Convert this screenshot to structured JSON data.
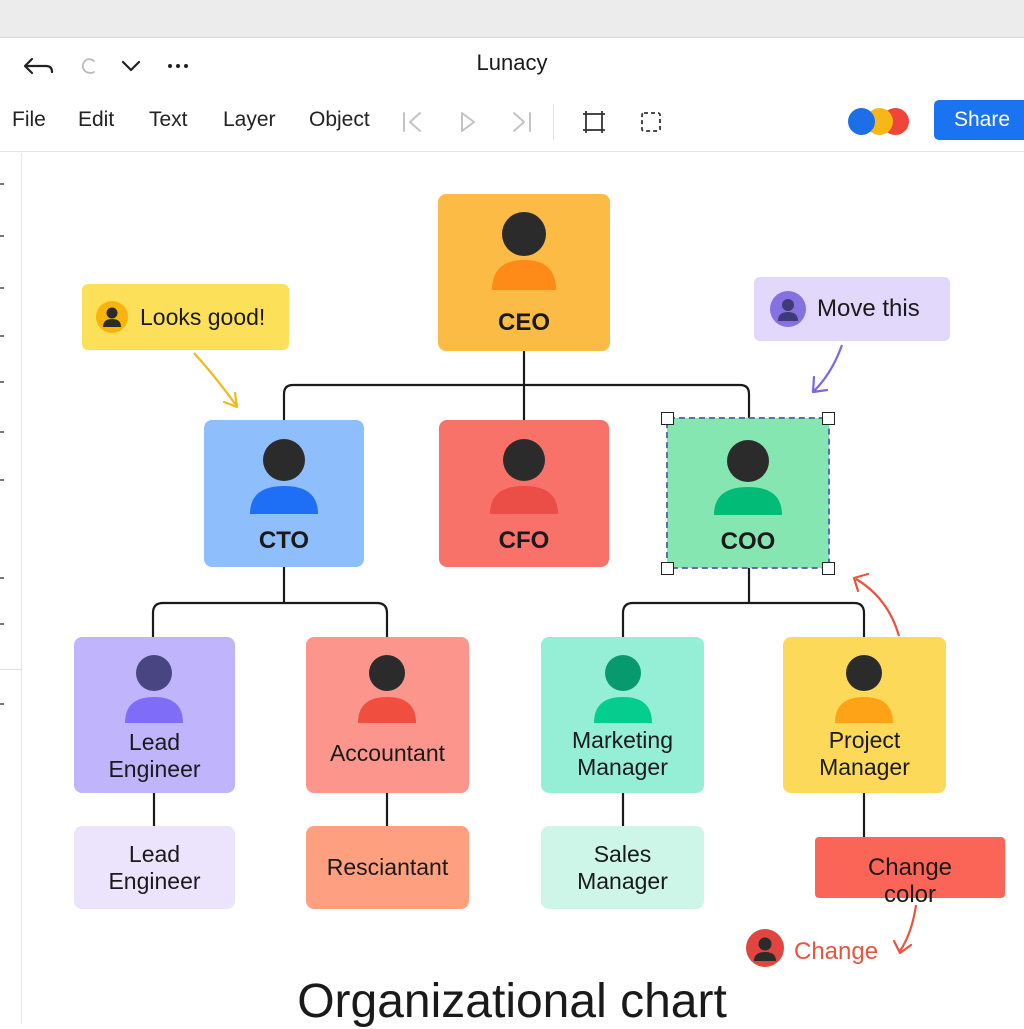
{
  "app": {
    "title": "Lunacy"
  },
  "menu": {
    "file": "File",
    "edit": "Edit",
    "text": "Text",
    "layer": "Layer",
    "object": "Object"
  },
  "toolbar": {
    "share_label": "Share"
  },
  "colors": {
    "accent": "#1a73f0",
    "selection": "#5b6fa8",
    "connector": "#1a1a1a",
    "comment_arrow_yellow": "#f2b91a",
    "comment_arrow_purple": "#7f63e0",
    "comment_arrow_red": "#e8543f"
  },
  "chart": {
    "title": "Organizational chart",
    "nodes": {
      "ceo": {
        "label": "CEO",
        "bg": "#fcbb45",
        "head": "#2b2b2b",
        "body": "#fe8a18"
      },
      "cto": {
        "label": "CTO",
        "bg": "#8ebefb",
        "head": "#2b2b2b",
        "body": "#1e6ff5"
      },
      "cfo": {
        "label": "CFO",
        "bg": "#f8726a",
        "head": "#2b2b2b",
        "body": "#ea4e46"
      },
      "coo": {
        "label": "COO",
        "bg": "#86e6b2",
        "head": "#2b2b2b",
        "body": "#02bb76",
        "selected": true
      },
      "lead_engineer": {
        "label": "Lead Engineer",
        "bg": "#c0b4fd",
        "head": "#474582",
        "body": "#7f6df8"
      },
      "accountant": {
        "label": "Accountant",
        "bg": "#fc958c",
        "head": "#2b2b2b",
        "body": "#f04f40"
      },
      "marketing_manager": {
        "label": "Marketing Manager",
        "bg": "#95eed6",
        "head": "#079a6e",
        "body": "#04cd8e"
      },
      "project_manager": {
        "label": "Project Manager",
        "bg": "#fdd95a",
        "head": "#2b2b2b",
        "body": "#fea318"
      },
      "lead_engineer_2": {
        "label": "Lead Engineer",
        "bg": "#ece4fd"
      },
      "resciantant": {
        "label": "Resciantant",
        "bg": "#fea080"
      },
      "sales_manager": {
        "label": "Sales Manager",
        "bg": "#cdf6e8"
      },
      "change_color": {
        "label": "Change color",
        "bg": "#fb6558"
      }
    }
  },
  "comments": {
    "looks_good": {
      "text": "Looks good!",
      "bg": "#fde05a",
      "avatar_bg": "#f9b40b"
    },
    "move_this": {
      "text": "Move this",
      "bg": "#e1d8fc",
      "avatar_bg": "#8571e0"
    },
    "change": {
      "text": "Change",
      "avatar_bg": "#e0463f"
    }
  }
}
